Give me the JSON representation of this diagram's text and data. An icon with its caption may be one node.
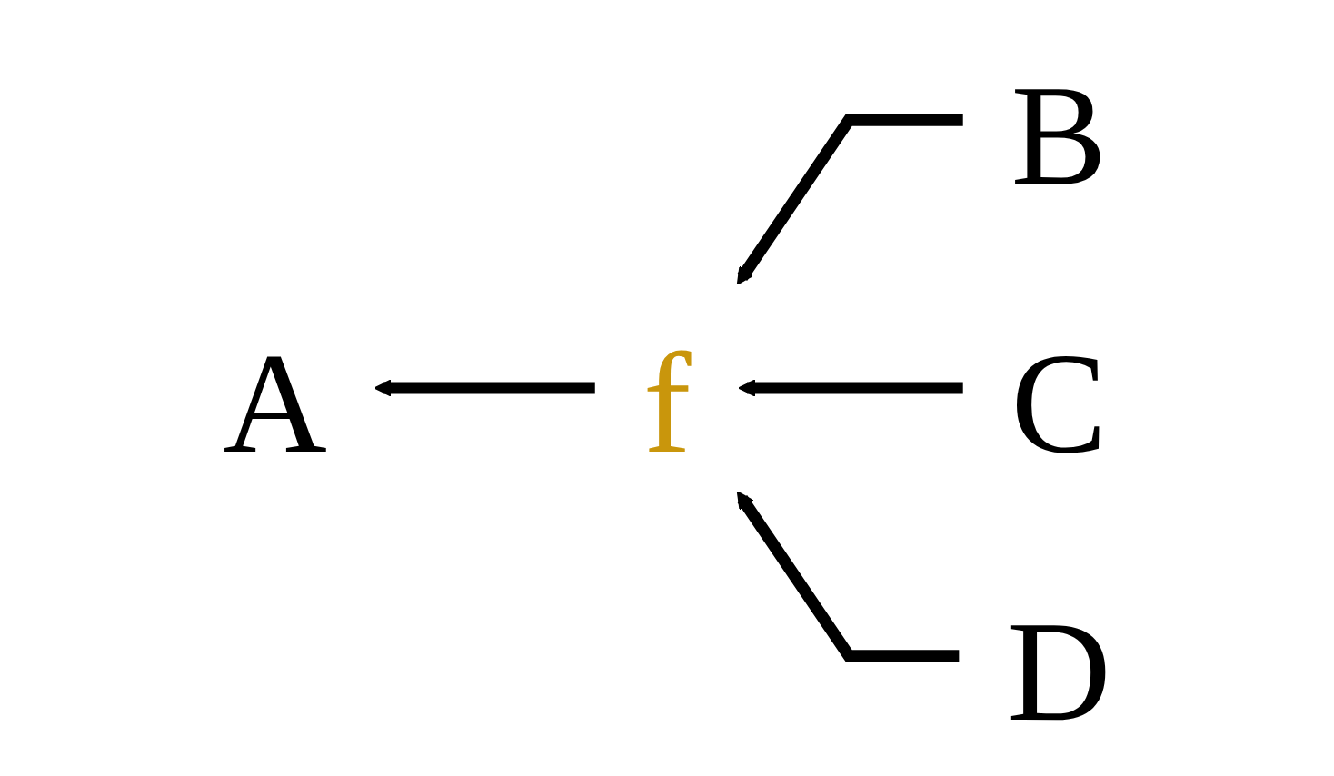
{
  "diagram": {
    "nodes": [
      {
        "text": [
          "A"
        ]
      },
      {
        "text": [
          "f"
        ]
      },
      {
        "text": [
          "B"
        ]
      },
      {
        "text": [
          "C"
        ]
      },
      {
        "text": [
          "D"
        ]
      }
    ],
    "edges": [
      {
        "from": 1,
        "to": 0,
        "arrow": "to"
      },
      {
        "from": 2,
        "to": 1,
        "arrow": "to"
      },
      {
        "from": 3,
        "to": 1,
        "arrow": "to"
      },
      {
        "from": 4,
        "to": 1,
        "arrow": "to"
      }
    ]
  }
}
